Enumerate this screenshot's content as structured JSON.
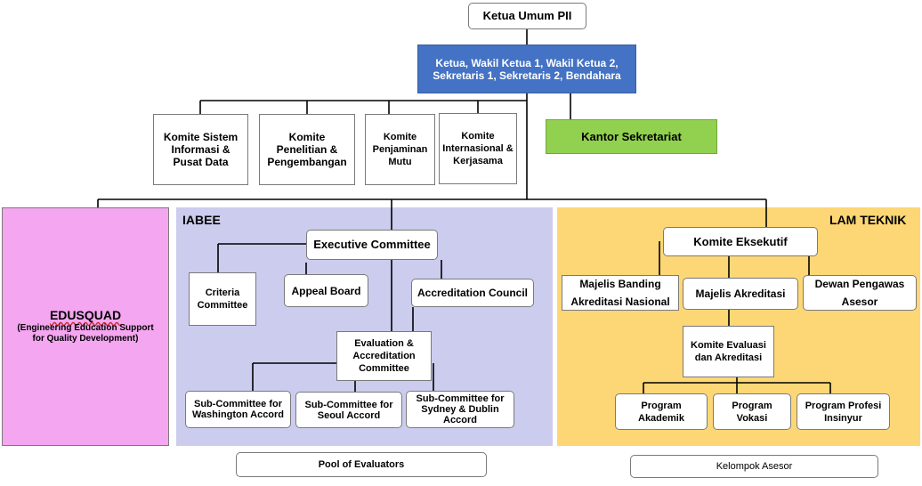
{
  "top": {
    "ketua_umum": "Ketua Umum PII",
    "pimpinan": "Ketua, Wakil Ketua 1, Wakil Ketua 2, Sekretaris 1, Sekretaris 2, Bendahara",
    "kantor": "Kantor Sekretariat"
  },
  "komite": [
    "Komite Sistem Informasi & Pusat Data",
    "Komite Penelitian & Pengembangan",
    "Komite Penjaminan Mutu",
    "Komite Internasional & Kerjasama"
  ],
  "edusquad": {
    "title": "EDUSQUAD",
    "subtitle": "(Engineering Education Support for Quality Development)"
  },
  "iabee": {
    "label": "IABEE",
    "executive": "Executive Committee",
    "criteria": "Criteria Committee",
    "appeal": "Appeal  Board",
    "accreditation_council": "Accreditation Council",
    "eval_committee": "Evaluation & Accreditation Committee",
    "sub_washington": "Sub-Committee for Washington Accord",
    "sub_seoul": "Sub-Committee for Seoul Accord",
    "sub_sydney": "Sub-Committee for Sydney & Dublin Accord",
    "pool": "Pool of Evaluators"
  },
  "lam": {
    "label": "LAM TEKNIK",
    "eksekutif": "Komite Eksekutif",
    "banding": "Majelis Banding Akreditasi Nasional",
    "majelis": "Majelis Akreditasi",
    "dewan": "Dewan Pengawas Asesor",
    "evaluasi": "Komite Evaluasi dan Akreditasi",
    "akademik": "Program Akademik",
    "vokasi": "Program Vokasi",
    "profesi": "Program Profesi Insinyur",
    "kelompok": "Kelompok Asesor"
  },
  "colors": {
    "pimpinan_bg": "#4472c4",
    "kantor_bg": "#92d050",
    "edusquad_bg": "#f4a6f0",
    "iabee_bg": "#ccccee",
    "lam_bg": "#fdd775"
  }
}
